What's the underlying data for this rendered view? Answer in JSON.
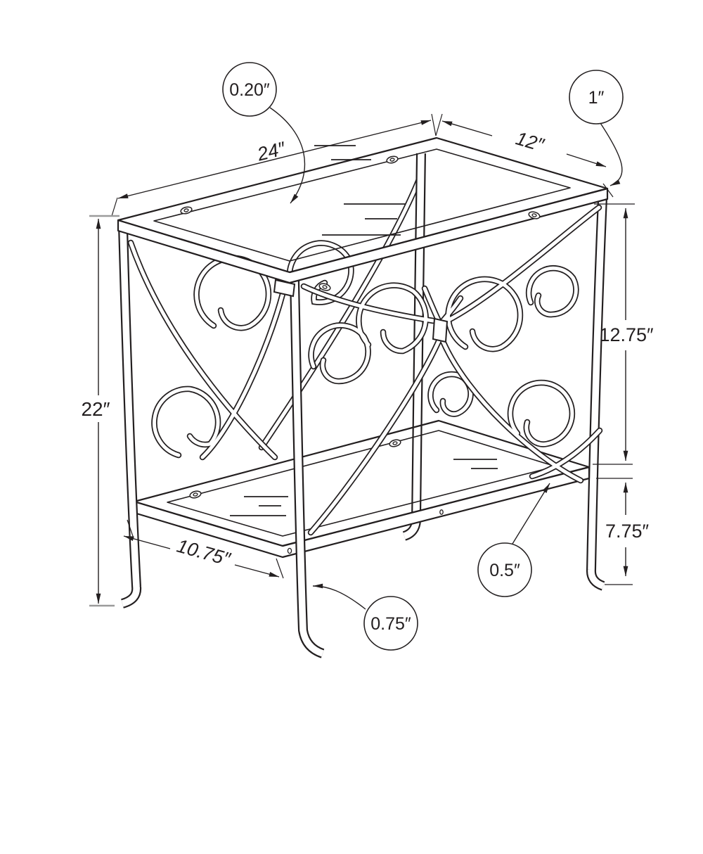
{
  "drawing": {
    "type": "technical-line-drawing",
    "subject": "2-tier scroll metal accent table with glass top and shelf",
    "background": "#ffffff",
    "line_color": "#231f20",
    "dimensions": {
      "top_length": "24″",
      "top_depth": "12″",
      "overall_height": "22″",
      "top_to_shelf_height": "12.75″",
      "shelf_height": "7.75″",
      "shelf_depth": "10.75″"
    },
    "callouts": {
      "glass_thickness": "0.20″",
      "top_frame": "1″",
      "shelf_frame": "0.5″",
      "leg_thickness": "0.75″"
    }
  }
}
